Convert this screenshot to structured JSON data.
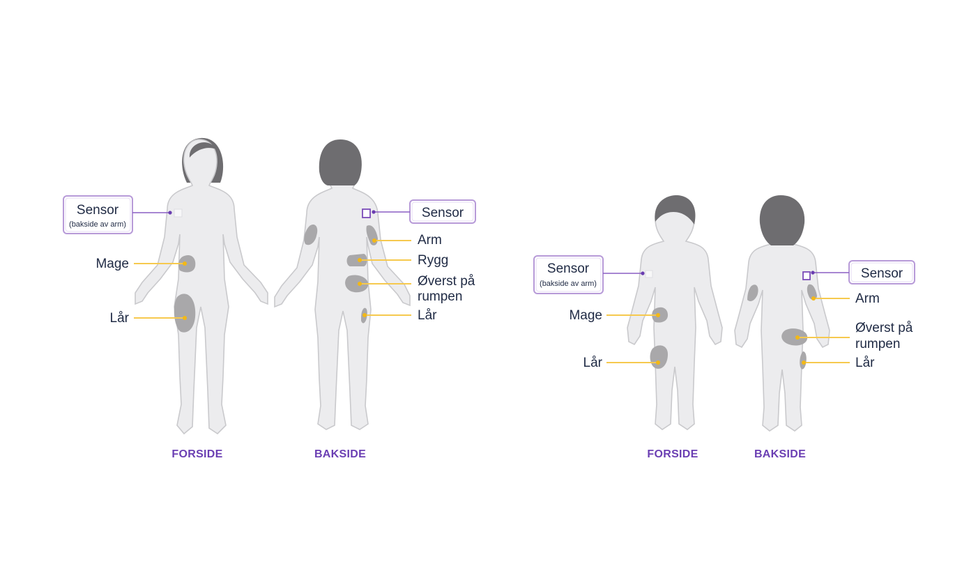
{
  "adult": {
    "front_caption": "FORSIDE",
    "back_caption": "BAKSIDE",
    "front": {
      "sensor_title": "Sensor",
      "sensor_note": "(bakside av arm)",
      "mage": "Mage",
      "lar": "Lår"
    },
    "back": {
      "sensor_title": "Sensor",
      "arm": "Arm",
      "rygg": "Rygg",
      "rumpen_line1": "Øverst på",
      "rumpen_line2": "rumpen",
      "lar": "Lår"
    }
  },
  "child": {
    "front_caption": "FORSIDE",
    "back_caption": "BAKSIDE",
    "front": {
      "sensor_title": "Sensor",
      "sensor_note": "(bakside av arm)",
      "mage": "Mage",
      "lar": "Lår"
    },
    "back": {
      "sensor_title": "Sensor",
      "arm": "Arm",
      "rumpen_line1": "Øverst på",
      "rumpen_line2": "rumpen",
      "lar": "Lår"
    }
  },
  "colors": {
    "silhouette": "#ececee",
    "hair": "#6e6d70",
    "zone": "#a9a8aa",
    "leader_yellow": "#f6c94e",
    "sensor_purple": "#7b4bb8",
    "caption_purple": "#6b3fb3",
    "label_text": "#1f2a44"
  }
}
